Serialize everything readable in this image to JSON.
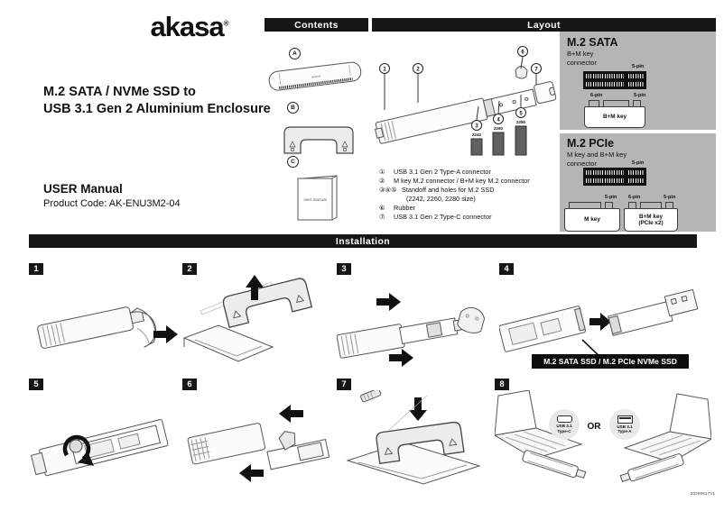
{
  "brand": {
    "logo": "akasa",
    "reg": "®"
  },
  "header": {
    "title_line1": "M.2 SATA / NVMe SSD to",
    "title_line2": "USB 3.1 Gen 2 Aluminium Enclosure",
    "manual_label": "USER Manual",
    "product_code": "Product Code: AK-ENU3M2-04"
  },
  "sections": {
    "contents": "Contents",
    "layout": "Layout",
    "installation": "Installation"
  },
  "contents": {
    "item_a": "A",
    "item_b": "B",
    "item_c": "C",
    "booklet_label": "user manual"
  },
  "layout": {
    "callouts": [
      "1",
      "2",
      "3",
      "4",
      "5",
      "6",
      "7"
    ],
    "size_labels": [
      "2242",
      "2260",
      "2280"
    ],
    "legend": [
      {
        "bullet": "①",
        "text": "USB 3.1 Gen 2 Type-A connector"
      },
      {
        "bullet": "②",
        "text": "M key M.2 connector / B+M key M.2 connector"
      },
      {
        "bullet": "③④⑤",
        "text": "Standoff and holes for M.2 SSD"
      },
      {
        "bullet": "",
        "text": "(2242, 2260, 2280 size)"
      },
      {
        "bullet": "⑥",
        "text": "Rubber"
      },
      {
        "bullet": "⑦",
        "text": "USB 3.1 Gen 2 Type-C connector"
      }
    ]
  },
  "sata_panel": {
    "title": "M.2 SATA",
    "subtitle1": "B+M key",
    "subtitle2": "connector",
    "pin_top": "5-pin",
    "pin_left": "6-pin",
    "pin_right": "5-pin",
    "card_label": "B+M key"
  },
  "pcie_panel": {
    "title": "M.2 PCIe",
    "subtitle1": "M key and B+M key",
    "subtitle2": "connector",
    "pin_top": "5-pin",
    "card1_pin": "5-pin",
    "card1_label": "M key",
    "card2_pin_left": "6-pin",
    "card2_pin_right": "5-pin",
    "card2_label1": "B+M key",
    "card2_label2": "(PCIe x2)"
  },
  "installation": {
    "steps": [
      "1",
      "2",
      "3",
      "4",
      "5",
      "6",
      "7",
      "8"
    ],
    "ssd_callout": "M.2 SATA SSD / M.2 PCIe NVMe SSD",
    "or_label": "OR",
    "typec": {
      "line1": "USB 3.1",
      "line2": "Type-C"
    },
    "typea": {
      "line1": "USB 3.1",
      "line2": "Type-A"
    }
  },
  "footer": {
    "version": "20200617V1"
  },
  "colors": {
    "bar_bg": "#161616",
    "panel_bg": "#b5b5b5",
    "label_bg": "#0d0d0d",
    "size_bar_fill": "#616161"
  }
}
